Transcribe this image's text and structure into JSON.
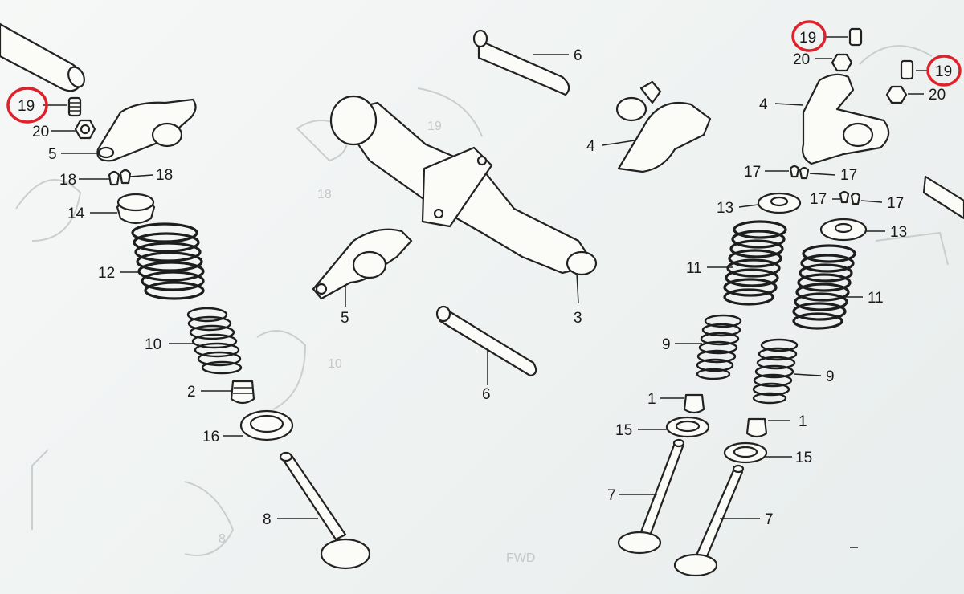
{
  "diagram": {
    "colors": {
      "paper": "#f2f5f4",
      "ink": "#222222",
      "highlight_ring": "#e0212b",
      "ghost_print": "#c4cac8"
    },
    "highlighted_label": "19",
    "callouts": {
      "c19a": "19",
      "c20a": "20",
      "c5a": "5",
      "c18a": "18",
      "c18b": "18",
      "c14": "14",
      "c12": "12",
      "c10": "10",
      "c2": "2",
      "c16": "16",
      "c8": "8",
      "c6a": "6",
      "c6b": "6",
      "c3": "3",
      "c5b": "5",
      "c4a": "4",
      "c19b": "19",
      "c20b": "20",
      "c4b": "4",
      "c19c": "19",
      "c20c": "20",
      "c17a": "17",
      "c17b": "17",
      "c17c": "17",
      "c17d": "17",
      "c13a": "13",
      "c13b": "13",
      "c11a": "11",
      "c11b": "11",
      "c9a": "9",
      "c9b": "9",
      "c1a": "1",
      "c1b": "1",
      "c15a": "15",
      "c15b": "15",
      "c7a": "7",
      "c7b": "7"
    },
    "ghost_labels": {
      "g19": "19",
      "g18": "18",
      "g10": "10",
      "g8": "8",
      "gfwd": "FWD"
    }
  }
}
